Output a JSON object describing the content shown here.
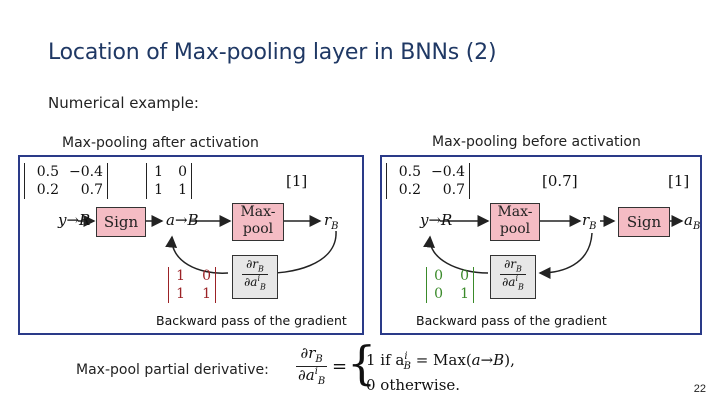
{
  "slide": {
    "title": "Location of Max-pooling layer in BNNs (2)",
    "subtitle": "Numerical example:",
    "page_number": "22"
  },
  "left_panel": {
    "caption": "Max-pooling after activation",
    "matrix_input": [
      [
        "0.5",
        "−0.4"
      ],
      [
        "0.2",
        "0.7"
      ]
    ],
    "matrix_binarized": [
      [
        "1",
        "0"
      ],
      [
        "1",
        "1"
      ]
    ],
    "output_value": "[1]",
    "sign_label": "Sign",
    "maxpool_line1": "Max-",
    "maxpool_line2": "pool",
    "var_input": "y→R",
    "var_mid": "a→B",
    "var_out": "r",
    "var_out_sub": "B",
    "derivative_matrix": [
      [
        "1",
        "0"
      ],
      [
        "1",
        "1"
      ]
    ],
    "deriv_num": "∂r",
    "deriv_num_sub": "B",
    "deriv_den": "∂a",
    "deriv_den_sup": "i",
    "deriv_den_sub": "B",
    "backward_label": "Backward pass of the gradient"
  },
  "right_panel": {
    "caption": "Max-pooling before activation",
    "matrix_input": [
      [
        "0.5",
        "−0.4"
      ],
      [
        "0.2",
        "0.7"
      ]
    ],
    "pooled_value": "[0.7]",
    "output_value": "[1]",
    "sign_label": "Sign",
    "maxpool_line1": "Max-",
    "maxpool_line2": "pool",
    "var_input": "y→R",
    "var_mid": "r",
    "var_mid_sub": "B",
    "var_out": "a",
    "var_out_sub": "B",
    "derivative_matrix": [
      [
        "0",
        "0"
      ],
      [
        "0",
        "1"
      ]
    ],
    "deriv_num": "∂r",
    "deriv_num_sub": "B",
    "deriv_den": "∂a",
    "deriv_den_sup": "i",
    "deriv_den_sub": "B",
    "backward_label": "Backward pass of the gradient"
  },
  "formula": {
    "label": "Max-pool partial derivative:",
    "frac_num": "∂r",
    "frac_num_sub": "B",
    "frac_den": "∂a",
    "frac_den_sup": "i",
    "frac_den_sub": "B",
    "case1_prefix": "1 if a",
    "case1_sup": "i",
    "case1_sub": "B",
    "case1_suffix": "= Max(",
    "case1_arg": "a→B",
    "case1_end": "),",
    "case2": "0 otherwise."
  },
  "colors": {
    "title": "#1f3864",
    "panel_border": "#2a3a88",
    "sign_box": "#f4bcc4",
    "deriv_box": "#e7e7e7",
    "red_matrix": "#9b2226",
    "green_matrix": "#3a8a2a"
  }
}
